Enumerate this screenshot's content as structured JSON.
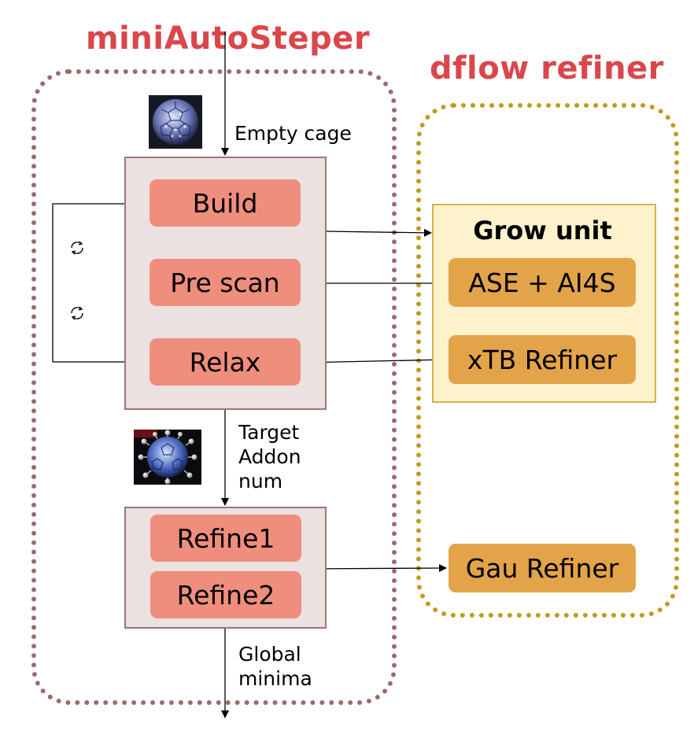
{
  "groups": {
    "left_title": "miniAutoSteper",
    "right_title": "dflow refiner"
  },
  "labels": {
    "empty_cage": "Empty cage",
    "target_addon": [
      "Target",
      "Addon",
      "num"
    ],
    "global_minima": [
      "Global",
      "minima"
    ]
  },
  "steps": {
    "build": "Build",
    "pre_scan": "Pre scan",
    "relax": "Relax",
    "refine1": "Refine1",
    "refine2": "Refine2"
  },
  "refiner": {
    "grow_unit": "Grow unit",
    "ase_ai4s": "ASE + AI4S",
    "xtb": "xTB Refiner",
    "gau": "Gau Refiner"
  },
  "colors": {
    "left_title": "#d9474b",
    "right_title": "#d9474b",
    "left_border": "#9e6a6a",
    "right_border": "#c39a1c",
    "step_fill": "#ef8e7d",
    "tool_fill": "#e3a449",
    "panel_fill": "#ebe1e1",
    "grow_fill": "#fef2cd"
  },
  "icons": [
    "empty-cage-molecule-icon",
    "loaded-cage-molecule-icon",
    "loop-refresh-icon",
    "loop-refresh-icon"
  ]
}
